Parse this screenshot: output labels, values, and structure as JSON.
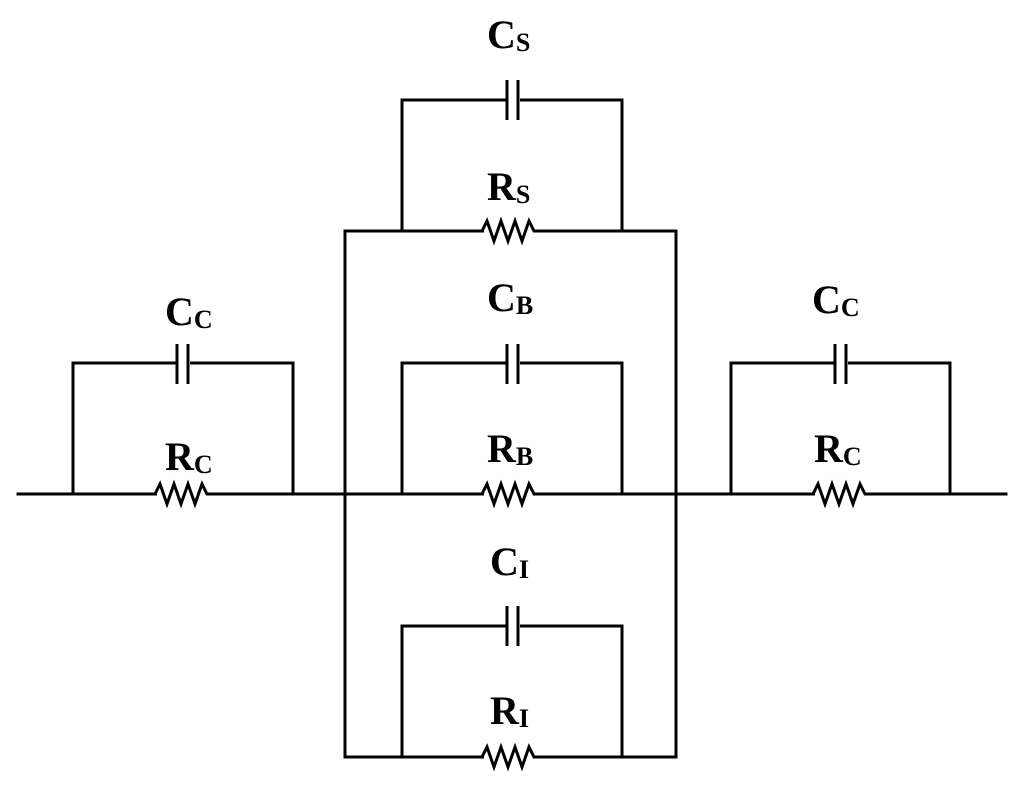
{
  "colors": {
    "line": "#000000",
    "background": "#ffffff"
  },
  "components": {
    "cc_left": {
      "letter": "C",
      "subscript": "C"
    },
    "rc_left": {
      "letter": "R",
      "subscript": "C"
    },
    "cs": {
      "letter": "C",
      "subscript": "S"
    },
    "rs": {
      "letter": "R",
      "subscript": "S"
    },
    "cb": {
      "letter": "C",
      "subscript": "B"
    },
    "rb": {
      "letter": "R",
      "subscript": "B"
    },
    "ci": {
      "letter": "C",
      "subscript": "I"
    },
    "ri": {
      "letter": "R",
      "subscript": "I"
    },
    "cc_right": {
      "letter": "C",
      "subscript": "C"
    },
    "rc_right": {
      "letter": "R",
      "subscript": "C"
    }
  }
}
